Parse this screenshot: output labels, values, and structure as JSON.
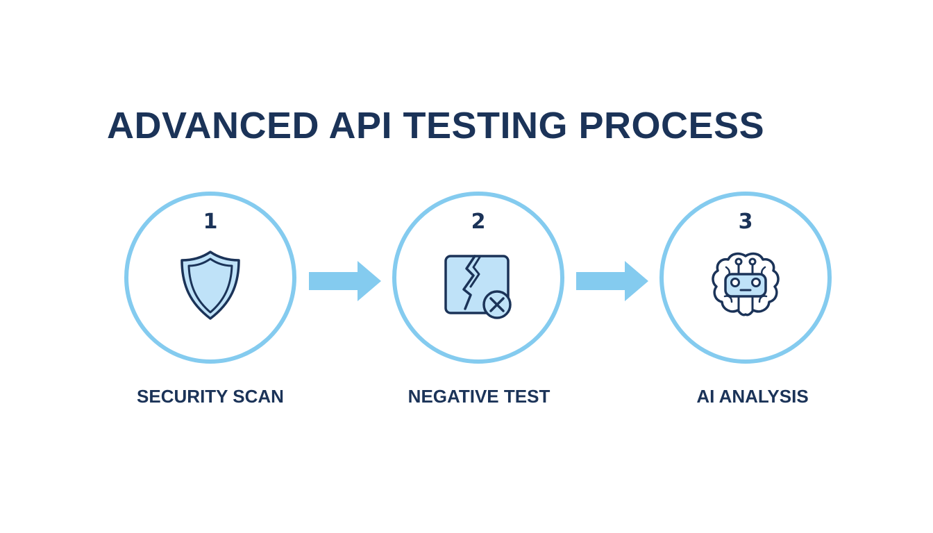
{
  "title": "ADVANCED API TESTING PROCESS",
  "colors": {
    "title_text": "#1b3358",
    "circle_border": "#84cbef",
    "arrow_fill": "#84cbef",
    "icon_fill": "#bfe2f8",
    "icon_stroke": "#1b3358"
  },
  "steps": [
    {
      "number": "1",
      "label": "SECURITY SCAN",
      "icon": "shield-icon"
    },
    {
      "number": "2",
      "label": "NEGATIVE TEST",
      "icon": "broken-window-error-icon"
    },
    {
      "number": "3",
      "label": "AI ANALYSIS",
      "icon": "ai-brain-robot-icon"
    }
  ]
}
